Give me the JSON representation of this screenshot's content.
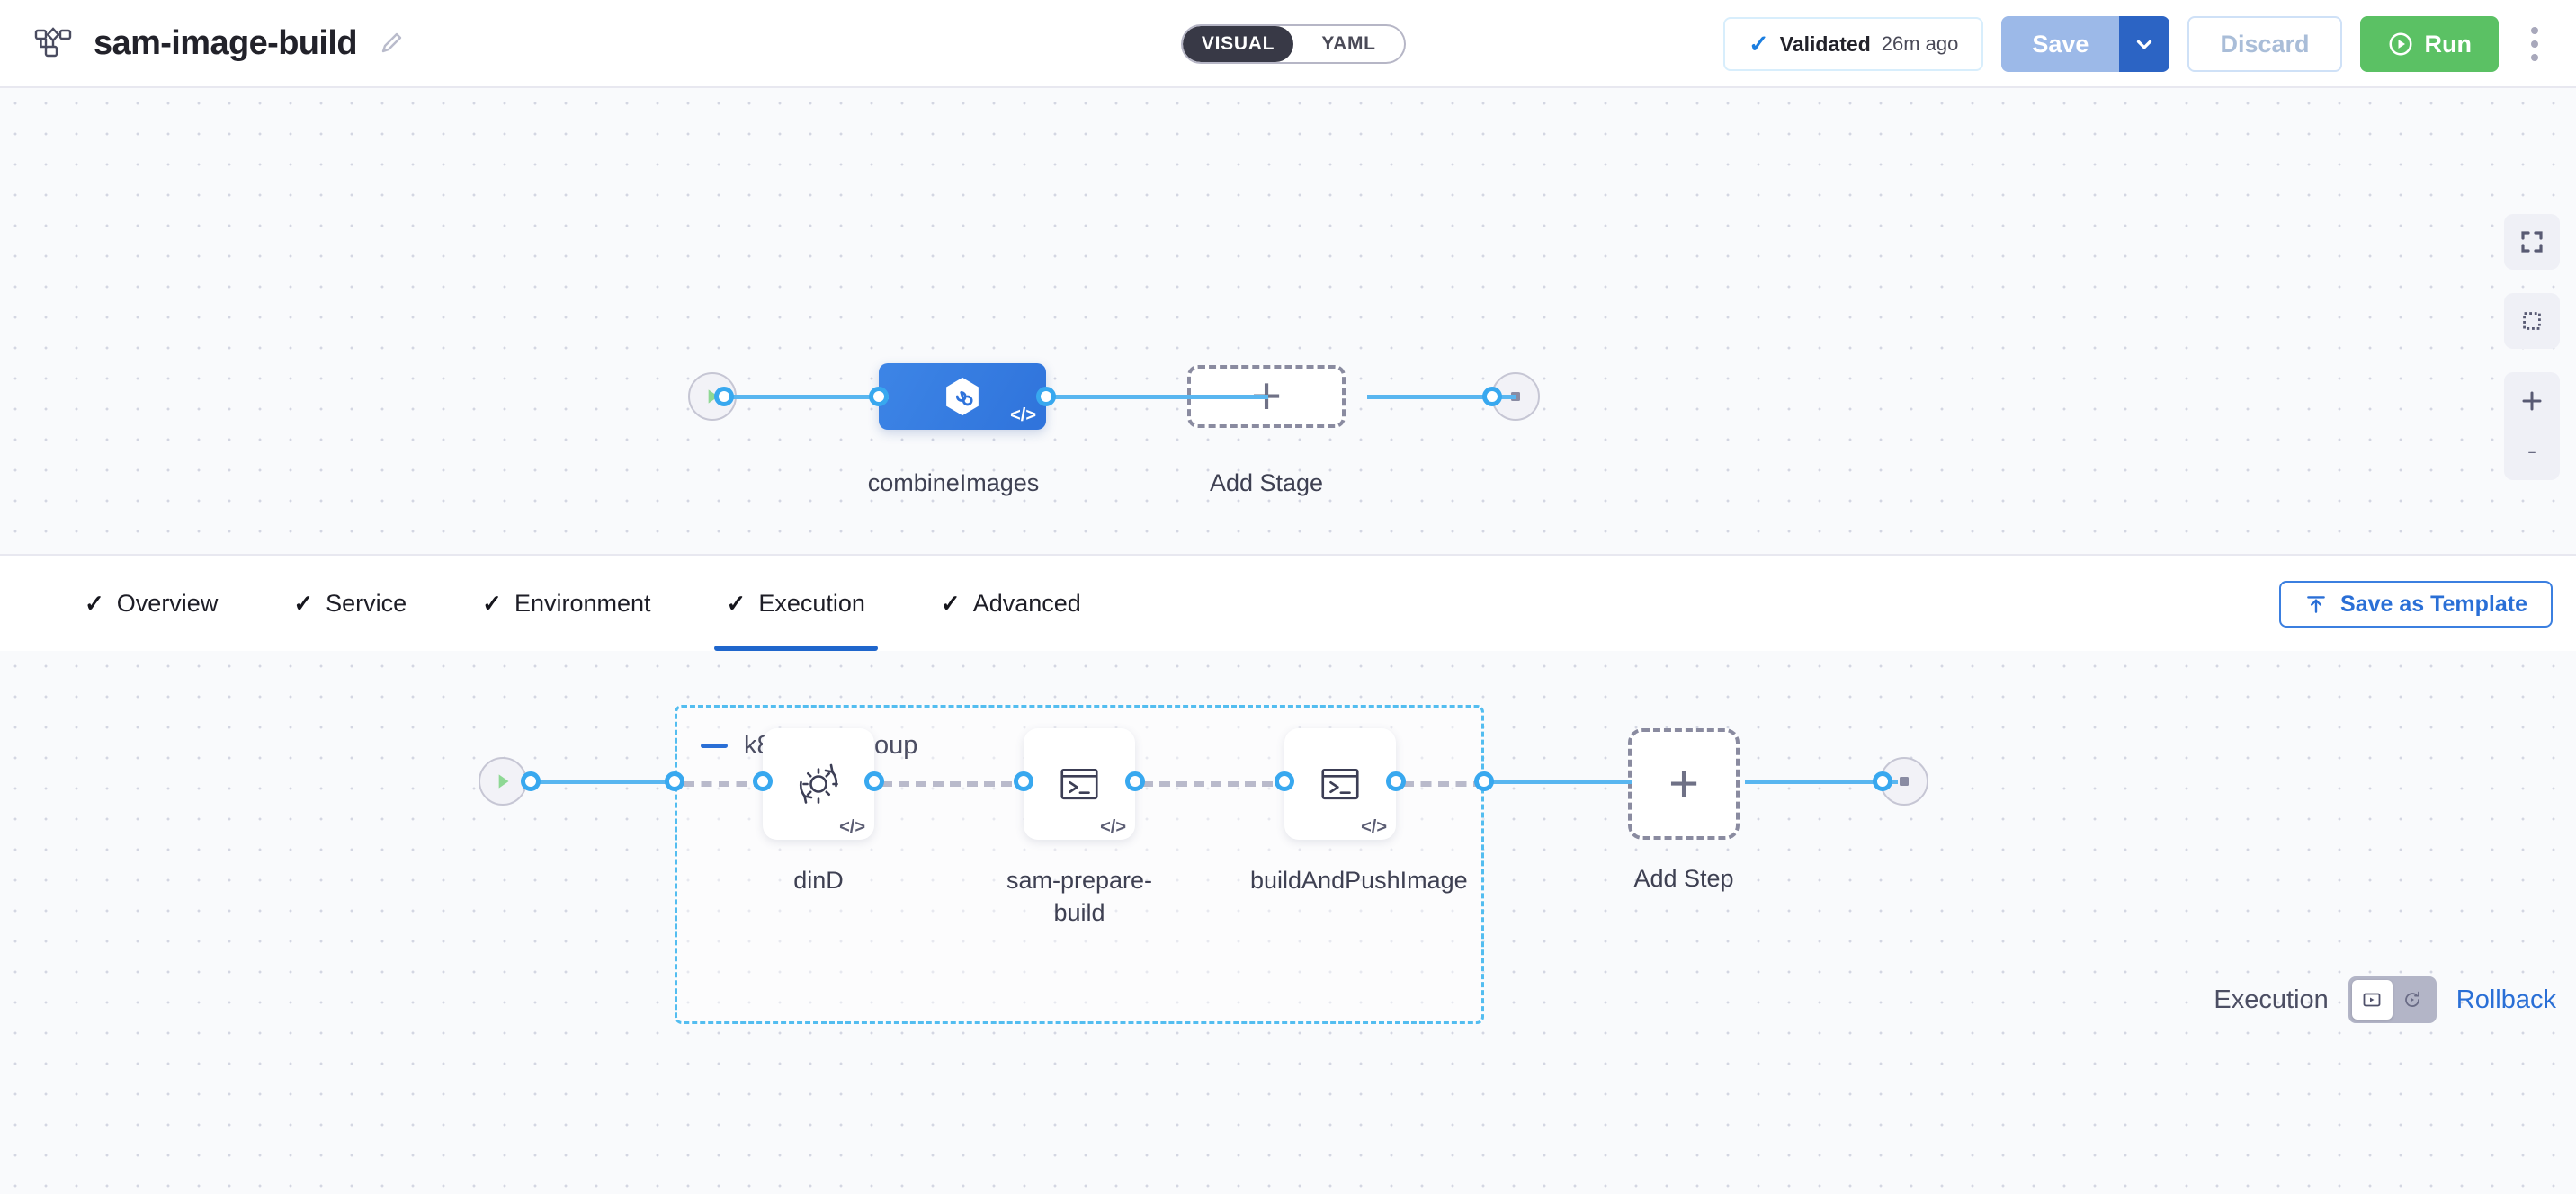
{
  "header": {
    "pipeline_icon": "pipeline-nodes-icon",
    "title": "sam-image-build",
    "edit_icon": "pencil-edit-icon",
    "mode_toggle": {
      "visual": "VISUAL",
      "yaml": "YAML",
      "selected": "VISUAL"
    },
    "validated": {
      "check_icon": "check-icon",
      "label": "Validated",
      "time": "26m ago"
    },
    "save_label": "Save",
    "save_caret_icon": "chevron-down-icon",
    "discard_label": "Discard",
    "run_label": "Run",
    "run_icon": "play-circle-icon",
    "kebab_icon": "more-vertical-icon"
  },
  "stage_canvas": {
    "start_icon": "play-triangle-icon",
    "end_icon": "stop-square-icon",
    "stage": {
      "label": "combineImages",
      "icon": "infinity-hexagon-icon",
      "code_glyph": "</>"
    },
    "add_stage": {
      "label": "Add Stage",
      "icon": "plus-icon"
    },
    "controls": [
      {
        "name": "fit-screen-icon"
      },
      {
        "name": "select-area-icon"
      },
      {
        "name": "zoom-in-icon"
      },
      {
        "name": "zoom-out-icon"
      }
    ]
  },
  "tabs_bar": {
    "tabs": [
      {
        "label": "Overview",
        "check": "✓",
        "active": false
      },
      {
        "label": "Service",
        "check": "✓",
        "active": false
      },
      {
        "label": "Environment",
        "check": "✓",
        "active": false
      },
      {
        "label": "Execution",
        "check": "✓",
        "active": true
      },
      {
        "label": "Advanced",
        "check": "✓",
        "active": false
      }
    ],
    "save_as_template": {
      "label": "Save as Template",
      "icon": "upload-template-icon"
    }
  },
  "steps_canvas": {
    "start_icon": "play-triangle-icon",
    "end_icon": "stop-square-icon",
    "group": {
      "title": "k8s-step-group",
      "collapse_icon": "minus-collapse-icon"
    },
    "steps": [
      {
        "label": "dinD",
        "icon": "gear-refresh-icon",
        "code_glyph": "</>"
      },
      {
        "label": "sam-prepare-build",
        "icon": "terminal-shell-icon",
        "code_glyph": "</>"
      },
      {
        "label": "buildAndPushImage",
        "icon": "terminal-shell-icon",
        "code_glyph": "</>"
      }
    ],
    "add_step": {
      "label": "Add Step",
      "icon": "plus-icon"
    },
    "execution_toolbar": {
      "label": "Execution",
      "option_execution_icon": "play-in-box-icon",
      "option_rollback_icon": "rotate-clockwise-icon",
      "selected": "execution",
      "rollback_label": "Rollback"
    }
  },
  "colors": {
    "accent_blue": "#2a6fd6",
    "link_blue": "#59b6f0",
    "port_blue": "#38a8ef",
    "run_green": "#5bc164",
    "stage_blue": "#3d85e6",
    "group_border": "#53bdf0",
    "canvas_bg": "#f9fafc",
    "toggle_dark": "#383946"
  }
}
